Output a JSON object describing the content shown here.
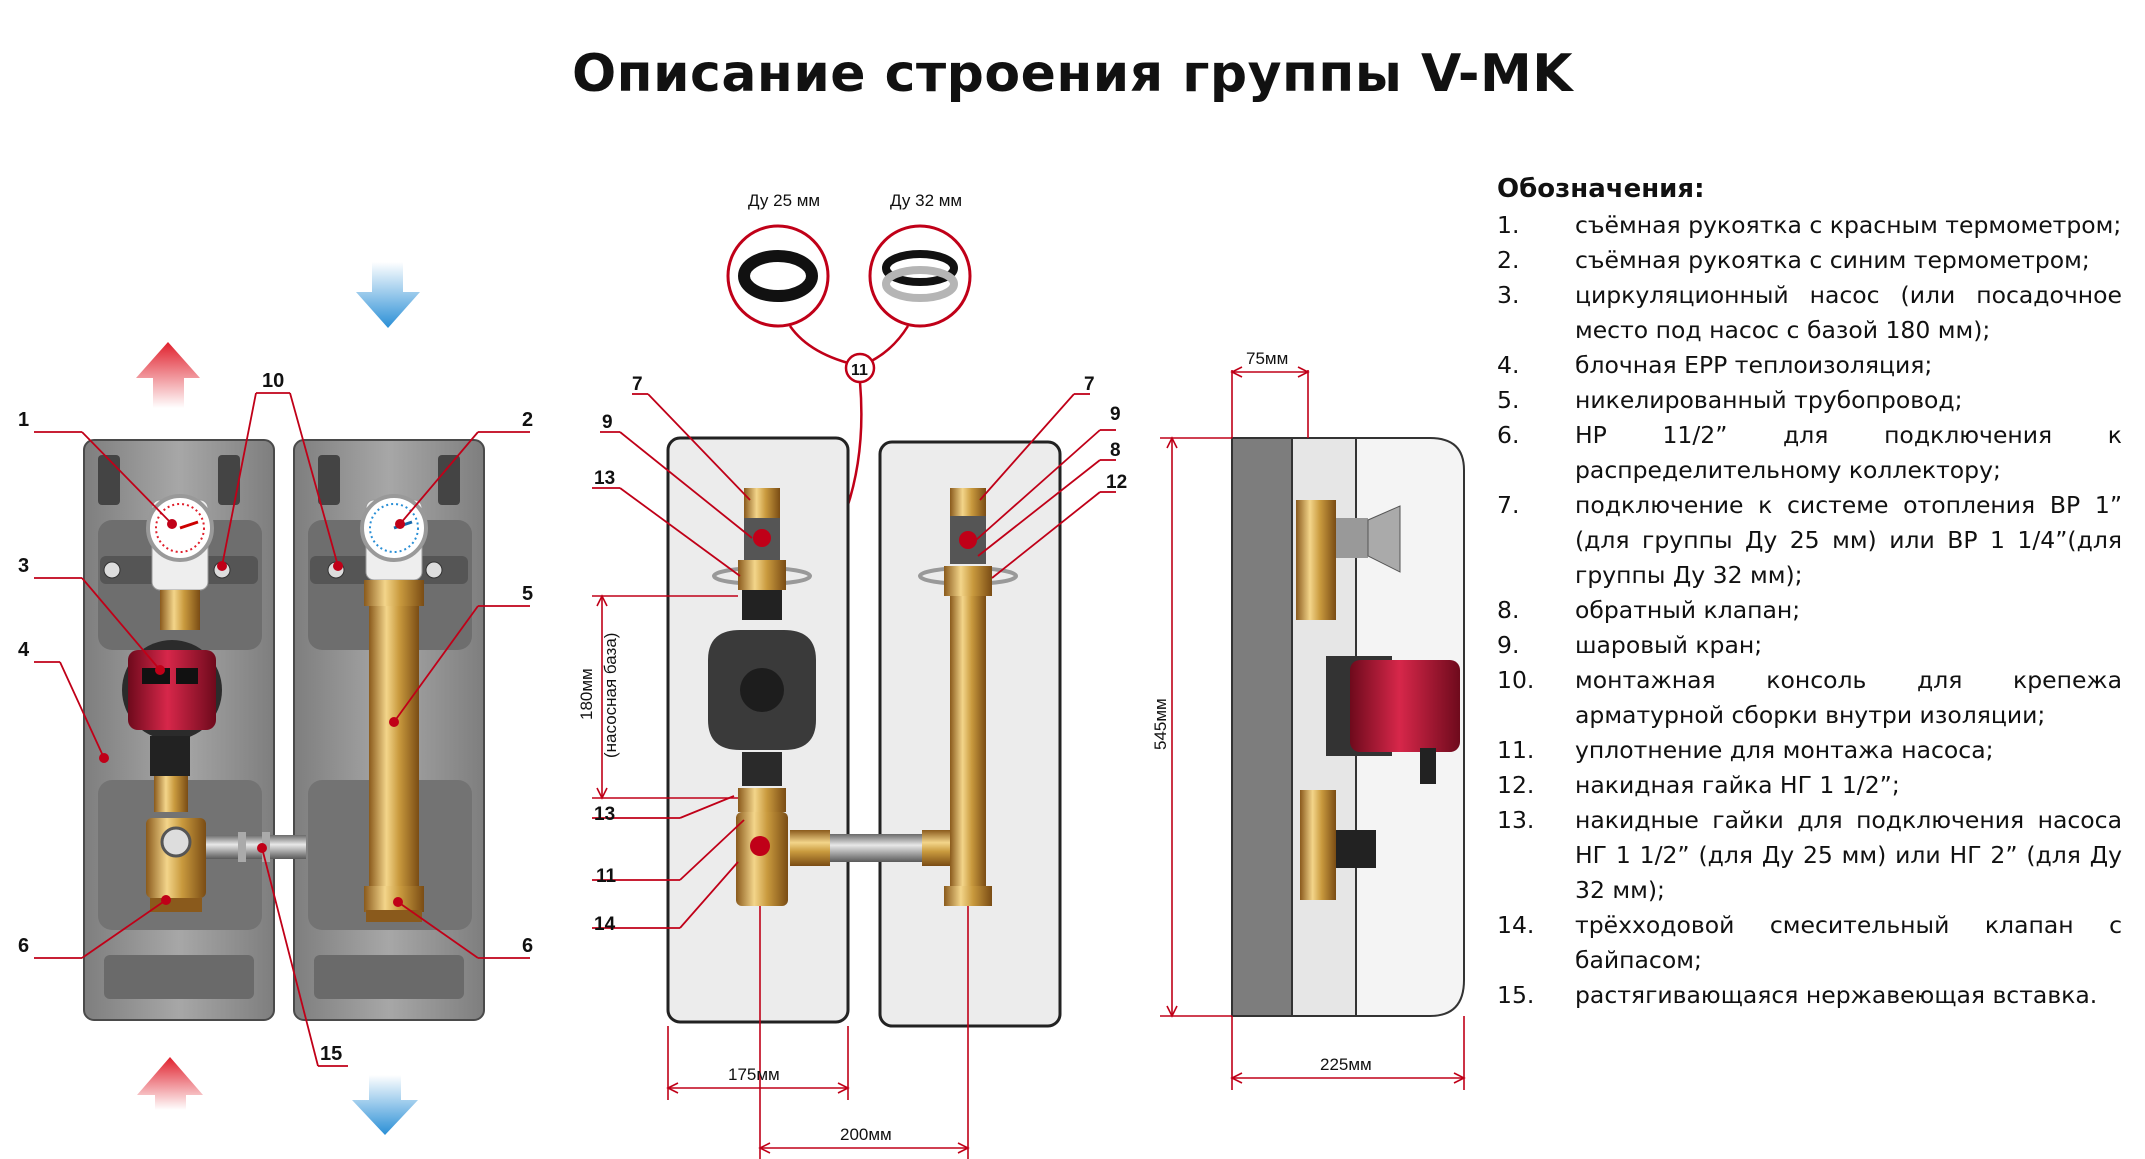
{
  "title": "Описание строения группы V-MK",
  "legend": {
    "heading": "Обозначения:",
    "items": [
      {
        "num": "1.",
        "text": "съёмная рукоятка с красным термометром;"
      },
      {
        "num": "2.",
        "text": "съёмная рукоятка с синим термометром;"
      },
      {
        "num": "3.",
        "text": "циркуляционный насос (или посадочное место под насос с базой 180 мм);"
      },
      {
        "num": "4.",
        "text": "блочная EPP теплоизоляция;"
      },
      {
        "num": "5.",
        "text": "никелированный трубопровод;"
      },
      {
        "num": "6.",
        "text": "НР 11/2” для подключения к распределительному коллектору;"
      },
      {
        "num": "7.",
        "text": "подключение к системе отопления ВР 1” (для группы Ду 25 мм) или ВР 1 1/4”(для группы Ду 32 мм);"
      },
      {
        "num": "8.",
        "text": "обратный клапан;"
      },
      {
        "num": "9.",
        "text": "шаровый кран;"
      },
      {
        "num": "10.",
        "text": "монтажная консоль для крепежа арматурной сборки внутри изоляции;"
      },
      {
        "num": "11.",
        "text": "уплотнение для монтажа насоса;"
      },
      {
        "num": "12.",
        "text": "накидная гайка НГ 1 1/2”;"
      },
      {
        "num": "13.",
        "text": "накидные гайки для подключения насоса НГ 1 1/2” (для Ду 25 мм) или НГ 2” (для Ду 32 мм);"
      },
      {
        "num": "14.",
        "text": "трёхходовой смесительный клапан с байпасом;"
      },
      {
        "num": "15.",
        "text": "растягивающаяся нержавеющая вставка."
      }
    ]
  },
  "callouts": {
    "c1": "1",
    "c2": "2",
    "c3": "3",
    "c4": "4",
    "c5": "5",
    "c6a": "6",
    "c6b": "6",
    "c10": "10",
    "c15": "15",
    "m7a": "7",
    "m9a": "9",
    "m13a": "13",
    "m13b": "13",
    "m11b": "11",
    "m14": "14",
    "m7b": "7",
    "m9b": "9",
    "m8": "8",
    "m12": "12",
    "m11": "11"
  },
  "seals": {
    "dn25": "Ду 25 мм",
    "dn32": "Ду 32 мм"
  },
  "dimensions": {
    "base180": "180мм",
    "base180_note": "(насосная база)",
    "w175": "175мм",
    "w200": "200мм",
    "w75": "75мм",
    "h545": "545мм",
    "w225": "225мм"
  },
  "colors": {
    "hot_arrow": "#e0202c",
    "cold_arrow": "#2a8fd6",
    "brass": "#c99a3e",
    "pump": "#b8102e",
    "insulation": "#8f8f8f"
  }
}
